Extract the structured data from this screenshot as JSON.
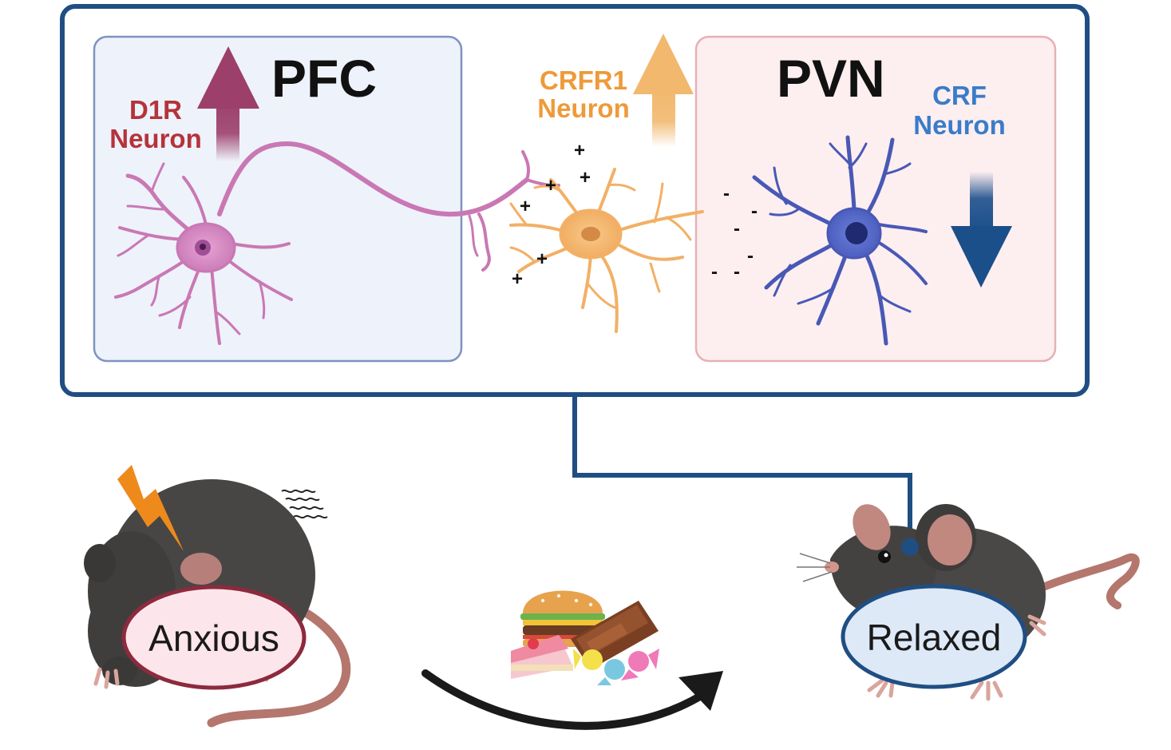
{
  "pfc": {
    "title": "PFC",
    "neuron_line1": "D1R",
    "neuron_line2": "Neuron",
    "label_color": "#b5333a",
    "arrow_color": "#9c3f6b",
    "direction": "up"
  },
  "crfr1": {
    "neuron_line1": "CRFR1",
    "neuron_line2": "Neuron",
    "label_color": "#ee9a3a",
    "arrow_color": "#f1b86e",
    "direction": "up"
  },
  "pvn": {
    "title": "PVN",
    "neuron_line1": "CRF",
    "neuron_line2": "Neuron",
    "label_color": "#3a7cc8",
    "arrow_color": "#1b4f8a",
    "direction": "down"
  },
  "charges": {
    "positive": "+",
    "negative": "-"
  },
  "states": {
    "before": "Anxious",
    "after": "Relaxed"
  },
  "icons": [
    "lightning-icon",
    "shiver-icon",
    "burger-icon",
    "chocolate-icon",
    "cake-icon",
    "candy-icon"
  ]
}
